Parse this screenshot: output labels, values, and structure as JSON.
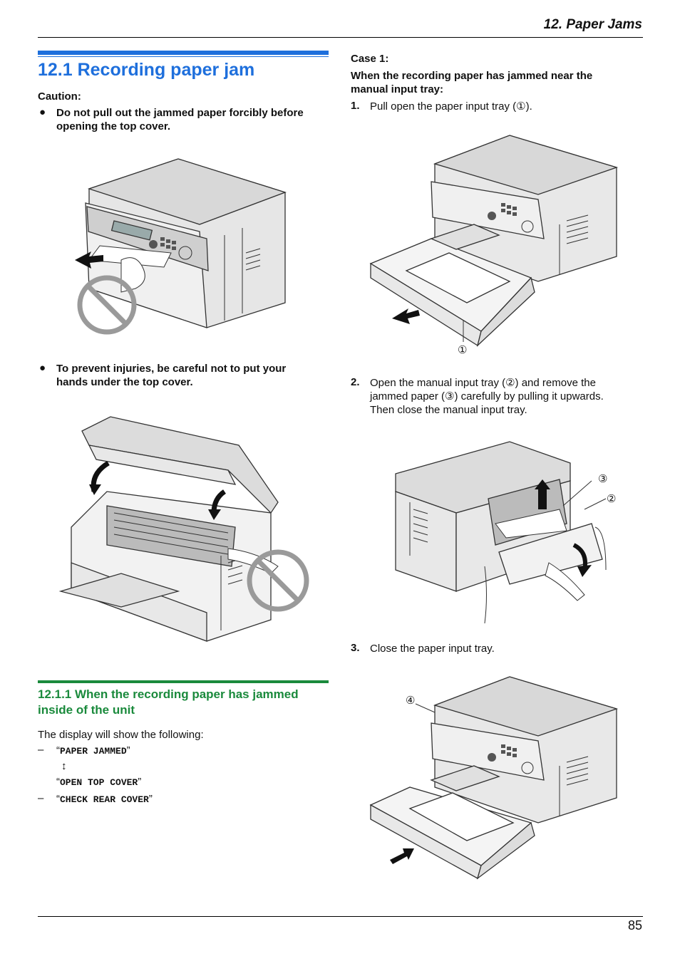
{
  "header": {
    "title": "12. Paper Jams"
  },
  "footer": {
    "page_number": "85"
  },
  "left": {
    "heading": "12.1 Recording paper jam",
    "caution_label": "Caution:",
    "caution_1_line1": "Do not pull out the jammed paper forcibly before",
    "caution_1_line2": "opening the top cover.",
    "caution_2_line1": "To prevent injuries, be careful not to put your",
    "caution_2_line2": "hands under the top cover.",
    "subheading_line1": "12.1.1 When the recording paper has jammed",
    "subheading_line2": "inside of the unit",
    "display_intro": "The display will show the following:",
    "msg_1": "PAPER JAMMED",
    "msg_2": "OPEN TOP COVER",
    "msg_3": "CHECK REAR COVER",
    "dash": "–",
    "arrow_updown": "↕"
  },
  "right": {
    "case_label": "Case 1:",
    "case_desc_line1": "When the recording paper has jammed near the",
    "case_desc_line2": "manual input tray:",
    "step1_num": "1.",
    "step1_text": "Pull open the paper input tray (①).",
    "step2_num": "2.",
    "step2_line1": "Open the manual input tray (②) and remove the",
    "step2_line2": "jammed paper (③) carefully by pulling it upwards.",
    "step2_line3": "Then close the manual input tray.",
    "step3_num": "3.",
    "step3_text": "Close the paper input tray.",
    "callout_1": "①",
    "callout_2": "②",
    "callout_3": "③",
    "callout_4": "④"
  }
}
